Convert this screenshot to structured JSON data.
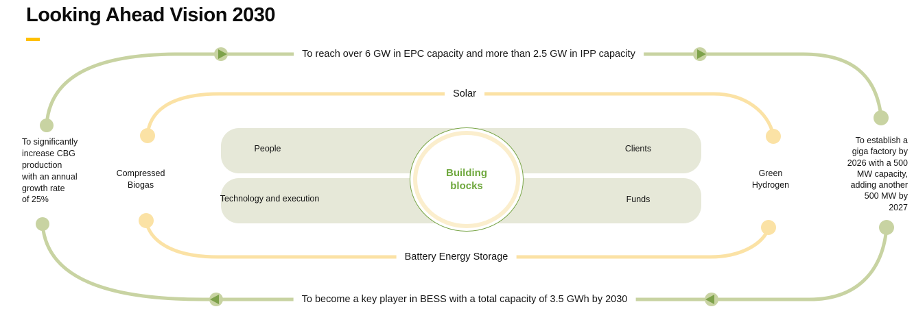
{
  "title": "Looking Ahead Vision 2030",
  "colors": {
    "green_line": "#c8d3a2",
    "yellow_line": "#fbe2a5",
    "arrow_green": "#7ea24b",
    "block_bg": "#e6e8d8",
    "accent_green_text": "#6fa83e",
    "ring_green": "#79a548",
    "ring_cream": "#fbeecd",
    "gold_dash": "#ffc000"
  },
  "curve_labels": {
    "epc": "To reach over 6 GW in EPC capacity and more than 2.5 GW in IPP capacity",
    "solar": "Solar",
    "battery": "Battery Energy Storage",
    "bess": "To become a key player in BESS with a total capacity of 3.5 GWh by 2030"
  },
  "left": {
    "goal": "To significantly\nincrease CBG\nproduction\nwith an annual\ngrowth rate\nof 25%",
    "node": "Compressed\nBiogas"
  },
  "right": {
    "node": "Green\nHydrogen",
    "goal": "To establish a\ngiga factory by\n2026 with a 500\nMW capacity,\nadding another\n500 MW by\n2027"
  },
  "building_blocks": {
    "center": "Building\nblocks",
    "top_left": "People",
    "top_right": "Clients",
    "bottom_left": "Technology and execution",
    "bottom_right": "Funds"
  }
}
